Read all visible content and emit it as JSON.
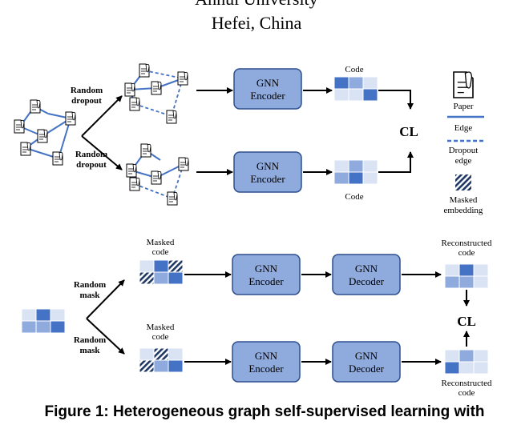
{
  "header": {
    "university": "Anhui University",
    "location": "Hefei, China"
  },
  "top_section": {
    "branch_labels": [
      "Random\ndropout",
      "Random\ndropout"
    ],
    "gnn_encoder_label": "GNN\nEncoder",
    "code_label": "Code",
    "cl_label": "CL"
  },
  "legend": {
    "paper": "Paper",
    "edge": "Edge",
    "dropout_edge": "Dropout\nedge",
    "masked_embedding": "Masked\nembedding"
  },
  "bottom_section": {
    "mask_labels": [
      "Random\nmask",
      "Random\nmask"
    ],
    "masked_code_label": "Masked\ncode",
    "gnn_encoder_label": "GNN\nEncoder",
    "gnn_decoder_label": "GNN\nDecoder",
    "reconstructed_code_label": "Reconstructed\ncode",
    "cl_label": "CL"
  },
  "caption": "Figure 1: Heterogeneous graph self-supervised learning with",
  "colors": {
    "box_fill": "#8faadc",
    "box_stroke": "#2f4f8f",
    "edge_blue": "#4472c4",
    "cell_dark": "#4472c4",
    "cell_mid": "#8faadc",
    "cell_light": "#dae3f3"
  }
}
